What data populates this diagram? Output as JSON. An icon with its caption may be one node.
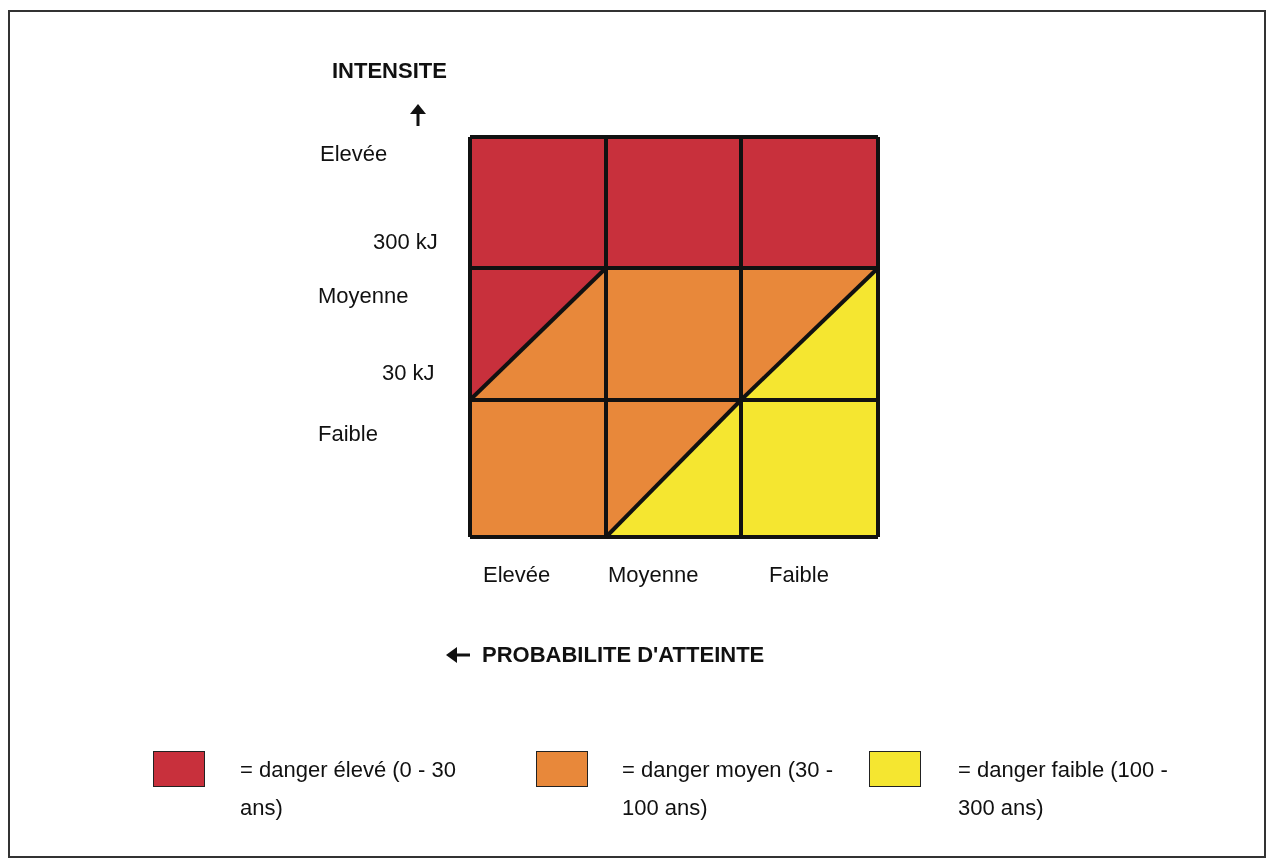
{
  "diagram": {
    "labels": [
      "INTENSITE",
      "Elevée",
      "300 kJ",
      "Moyenne",
      "30 kJ",
      "Faible",
      "Elevée",
      "Moyenne",
      "Faible",
      "PROBABILITE D'ATTEINTE"
    ],
    "legend": [
      {
        "text": "= danger élevé (0 - 30 ans)",
        "color": "#c8303c"
      },
      {
        "text": "= danger moyen (30 - 100 ans)",
        "color": "#e8883a"
      },
      {
        "text": "= danger faible (100 - 300 ans)",
        "color": "#f5e630"
      }
    ]
  }
}
